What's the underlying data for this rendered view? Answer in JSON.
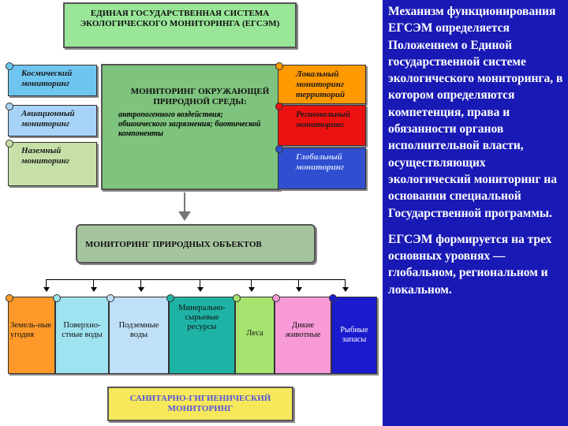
{
  "title": "ЕДИНАЯ ГОСУДАРСТВЕННАЯ СИСТЕМА ЭКОЛОГИЧЕСКОГО МОНИТОРИНГА (ЕГСЭМ)",
  "left_items": [
    "Космический мониторинг",
    "Авиационный мониторинг",
    "Наземный мониторинг"
  ],
  "center": {
    "title": "МОНИТОРИНГ ОКРУЖАЮЩЕЙ ПРИРОДНОЙ СРЕДЫ:",
    "desc": "антропогенного воздействия; обшоического загрязнения; биотической компоненты"
  },
  "right_items": [
    "Локальный мониторинг территорий",
    "Региональный мониторинг",
    "Глобальный мониторинг"
  ],
  "objects_box": "МОНИТОРИНГ ПРИРОДНЫХ ОБЪЕКТОВ",
  "objects": [
    "Земель-ные угодия",
    "Поверхно-стные воды",
    "Подземные воды",
    "Минерально-сырьевые ресурсы",
    "Леса",
    "Дикие животные",
    "Рыбные запасы"
  ],
  "sanitary": "САНИТАРНО-ГИГИЕНИЧЕСКИЙ МОНИТОРИНГ",
  "panel": {
    "p1": "Механизм функционирования ЕГСЭМ определяется Положением о Единой государственной системе экологического мониторинга, в котором определяются компетенция, права и обязанности органов исполнительной власти, осуществляющих экологический мониторинг на основании специальной Государственной программы.",
    "p2": "ЕГСЭМ формируется на трех основных уровнях — глобальном, региональном и локальном."
  },
  "colors": {
    "panel_bg": "#1919b5",
    "center": "#7ec47e",
    "title": "#99e699"
  }
}
